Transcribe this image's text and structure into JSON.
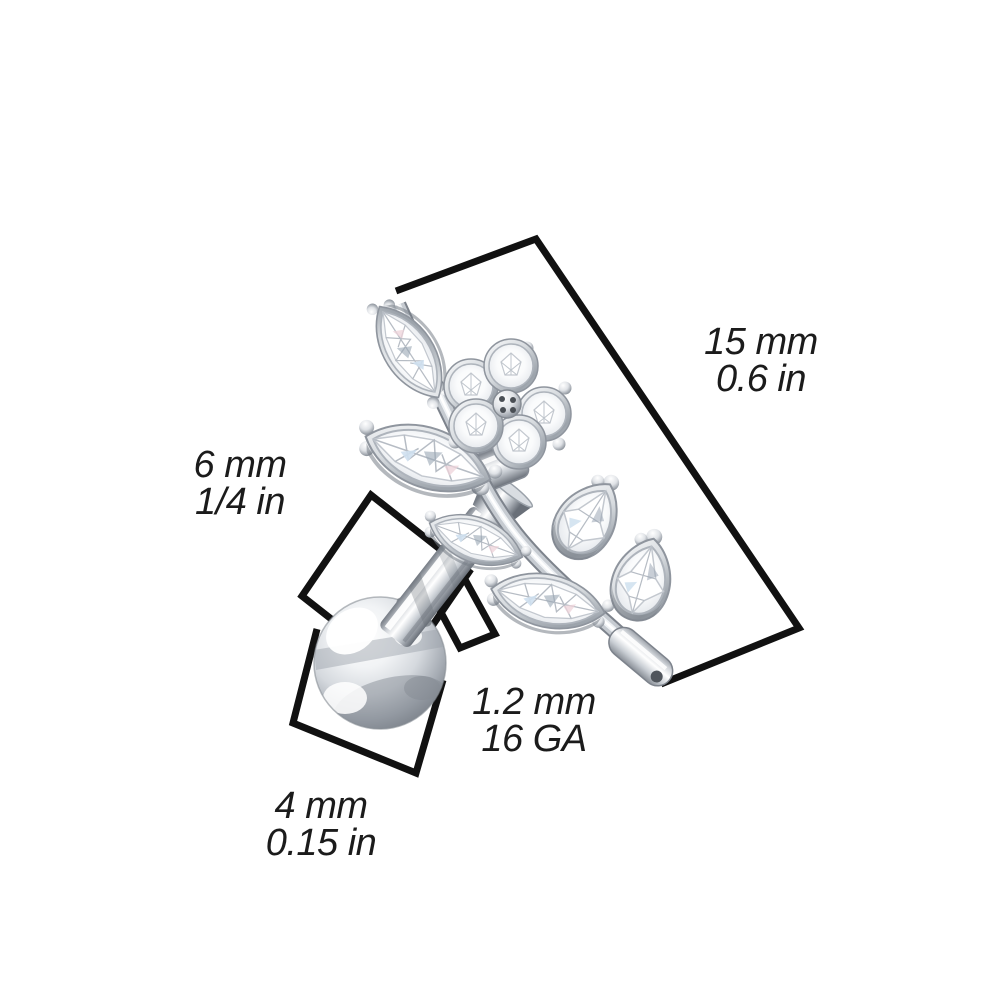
{
  "page": {
    "background": "#ffffff",
    "text_color": "#1b1b1b",
    "measure_line_color": "#111111"
  },
  "diagram": {
    "subject": "steel-crystal-vine-flower-cartilage-barbell-stud",
    "annotations": {
      "length": {
        "metric": "15 mm",
        "imperial": "0.6 in"
      },
      "post": {
        "metric": "6 mm",
        "imperial": "1/4 in"
      },
      "gauge": {
        "metric": "1.2 mm",
        "imperial": "16 GA"
      },
      "ball": {
        "metric": "4 mm",
        "imperial": "0.15 in"
      }
    },
    "colors": {
      "metal_light": "#f7f8fa",
      "metal_mid": "#c8cdd3",
      "metal_dark": "#696f78",
      "gem_edge": "#aeb4bc",
      "gem_hint_blue": "#cfe0ef",
      "gem_hint_pink": "#edd3da"
    }
  }
}
